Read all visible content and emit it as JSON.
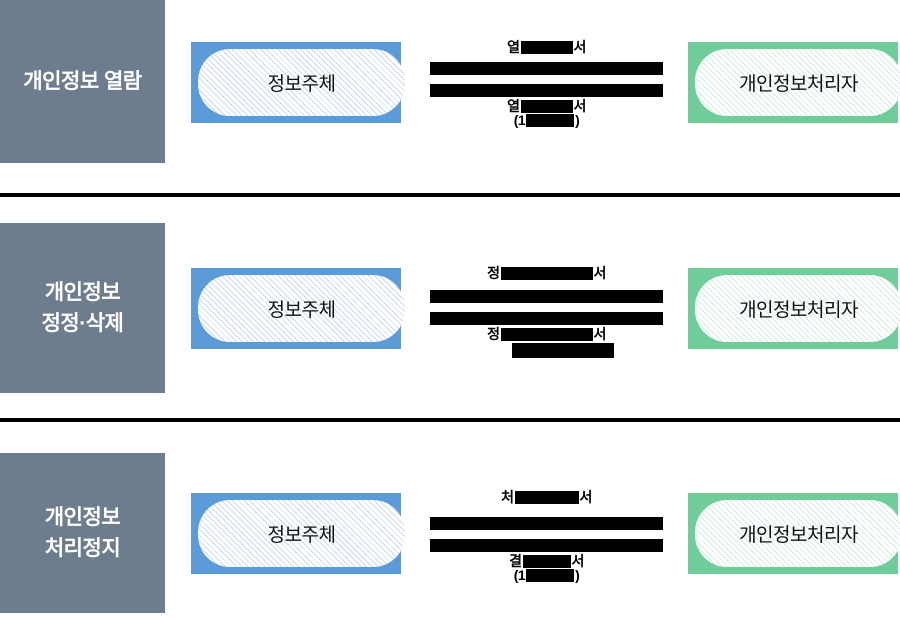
{
  "colors": {
    "category_bg": "#6e7d8e",
    "subject_box_border": "#5b9bd8",
    "subject_box_hatch": "#ccd9ef",
    "processor_box_border": "#71cc9b",
    "processor_box_hatch": "#d4ecdf",
    "redaction_bar": "#000000"
  },
  "sections": [
    {
      "label_line1": "개인정보 열람",
      "label_line2": "",
      "left_box": "정보주체",
      "right_box": "개인정보처리자",
      "request_prefix": "열",
      "request_suffix": "서",
      "response_prefix": "열",
      "response_suffix": "서",
      "deadline_prefix": "(1",
      "deadline_suffix": ")"
    },
    {
      "label_line1": "개인정보",
      "label_line2": "정정·삭제",
      "left_box": "정보주체",
      "right_box": "개인정보처리자",
      "request_prefix": "정",
      "request_suffix": "서",
      "response_prefix": "정",
      "response_suffix": "서"
    },
    {
      "label_line1": "개인정보",
      "label_line2": "처리정지",
      "left_box": "정보주체",
      "right_box": "개인정보처리자",
      "request_prefix": "처",
      "request_suffix": "서",
      "response_prefix": "결",
      "response_suffix": "서",
      "deadline_prefix": "(1",
      "deadline_suffix": ")"
    }
  ]
}
